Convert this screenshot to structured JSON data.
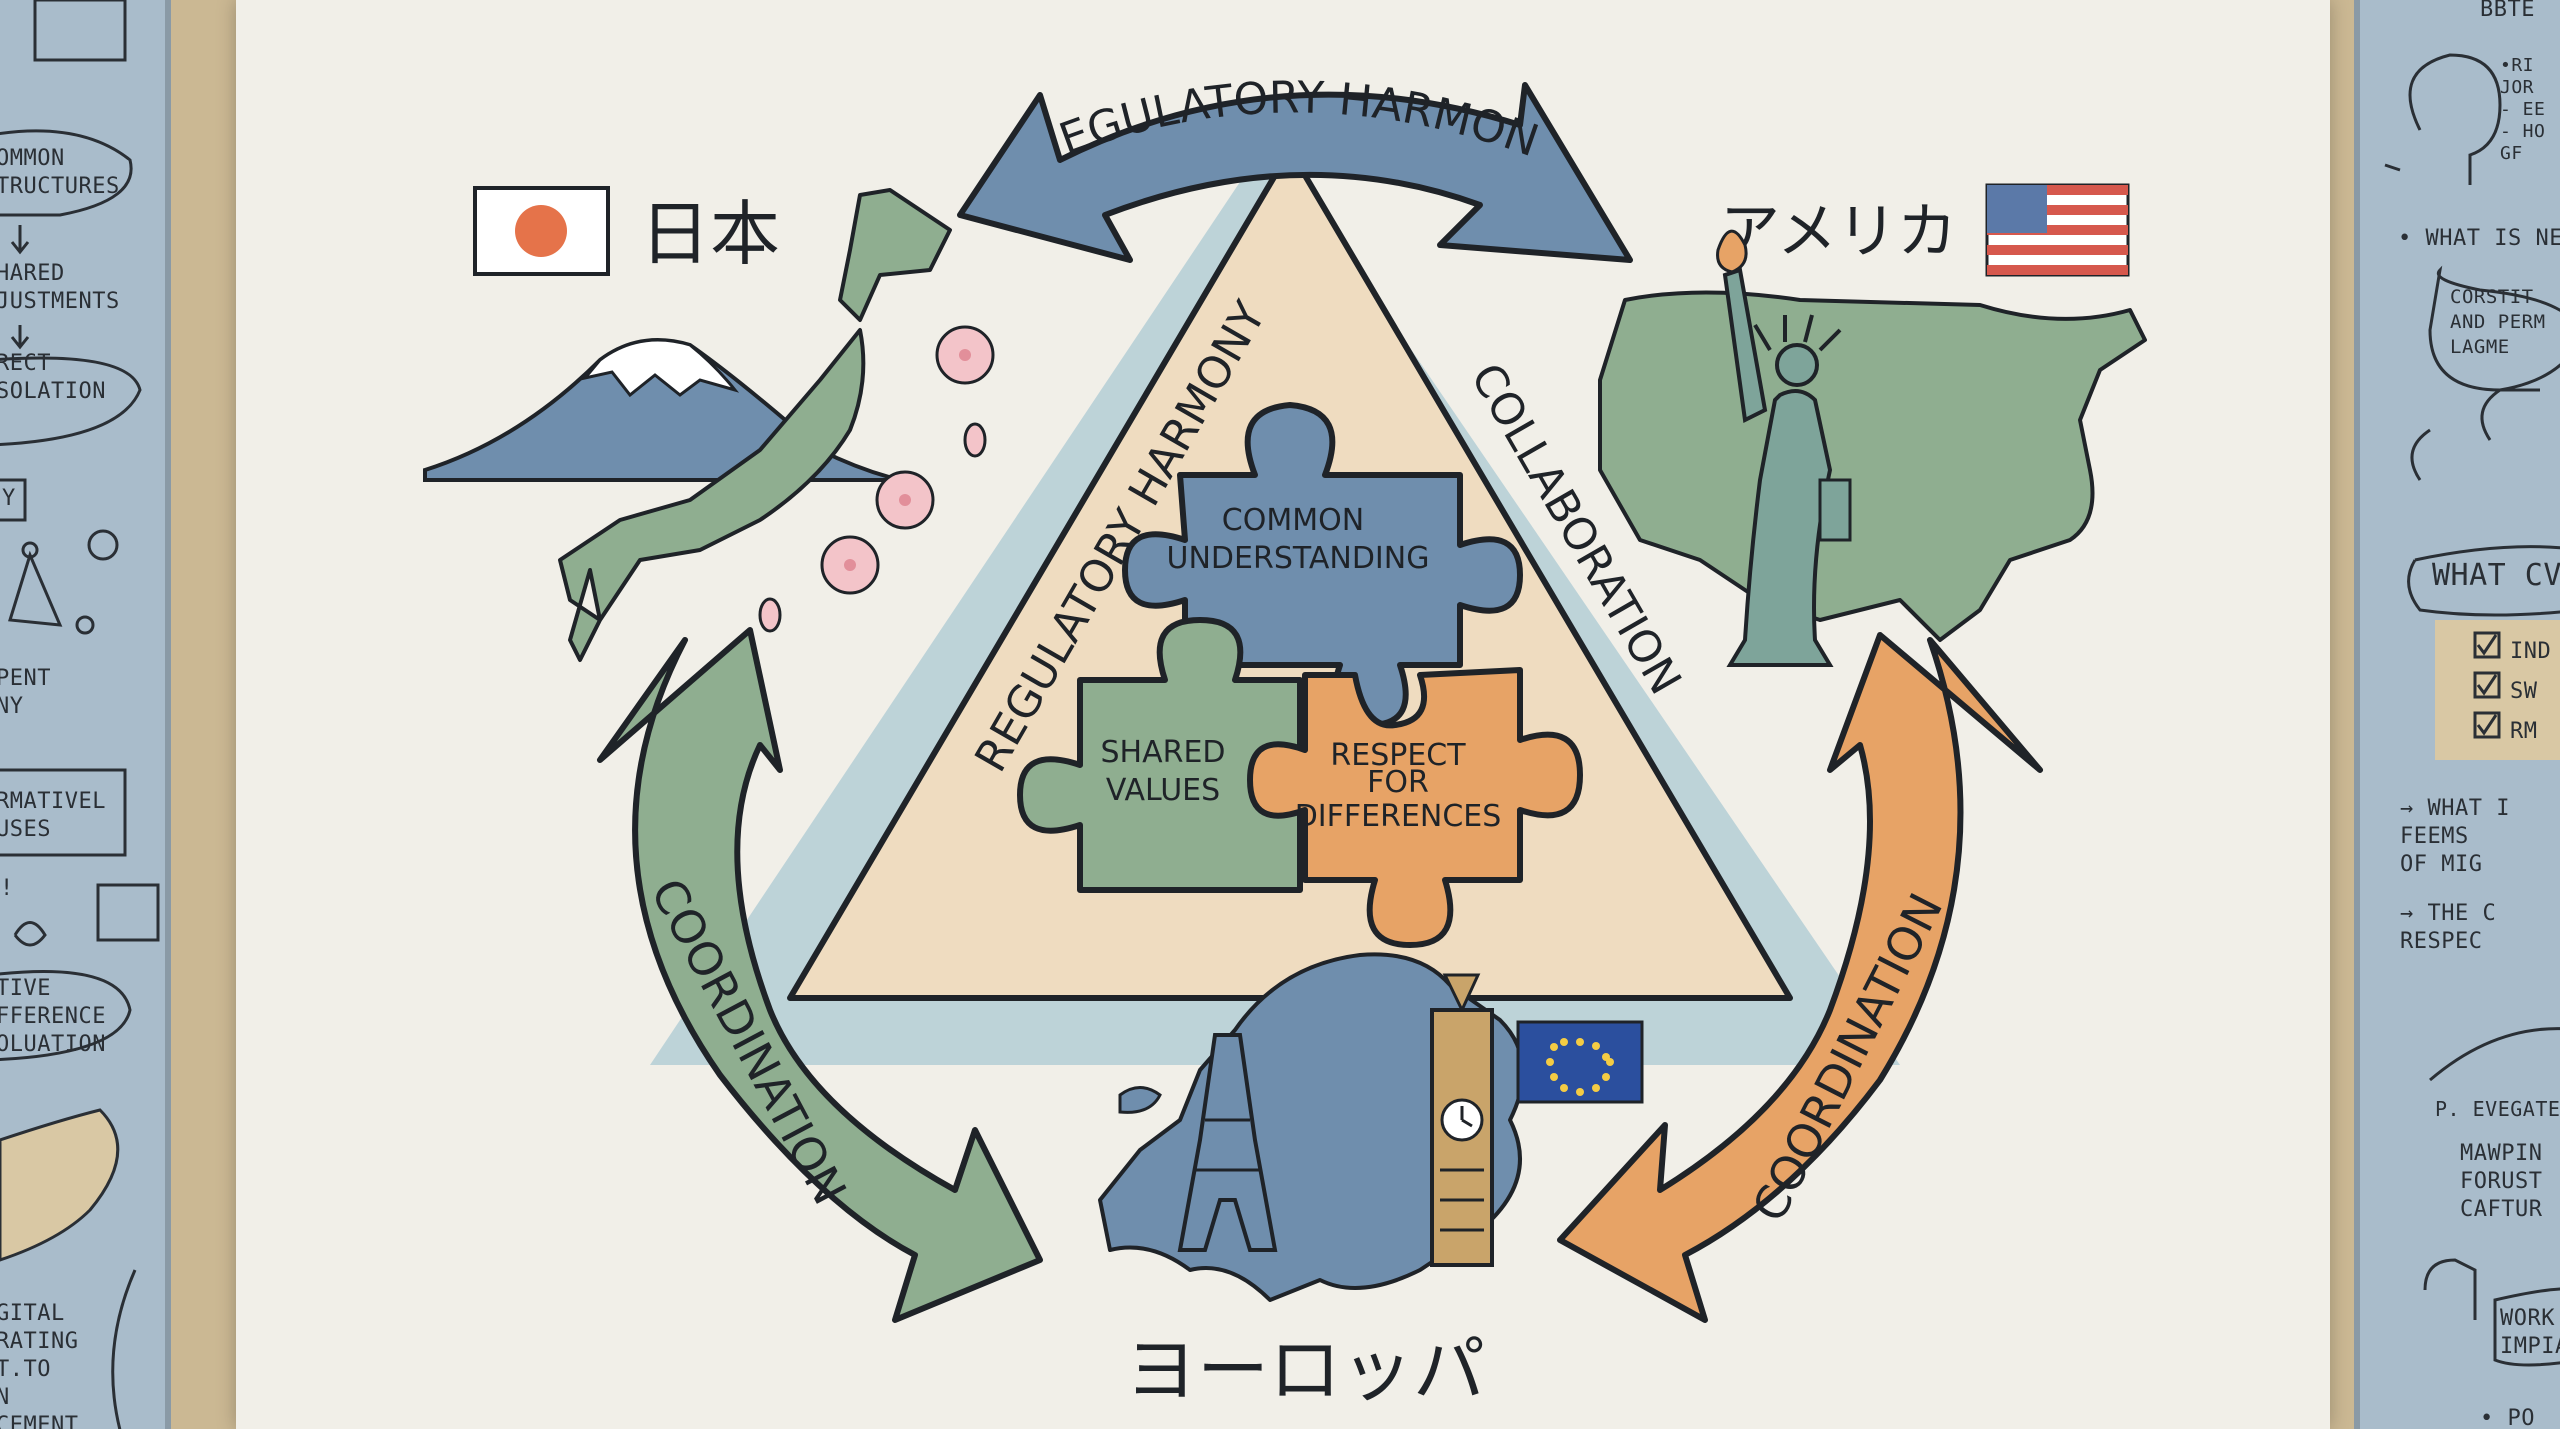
{
  "center": {
    "top_arrow": "REGULATORY HARMONY",
    "left_side": "REGULATORY HARMONY",
    "right_side": "COLLABORATION",
    "left_arrow": "COORDINATION",
    "right_arrow": "COORDINATION",
    "puzzle": {
      "top_line1": "COMMON",
      "top_line2": "UNDERSTANDING",
      "left_line1": "SHARED",
      "left_line2": "VALUES",
      "right_line1": "RESPECT",
      "right_line2": "FOR",
      "right_line3": "DIFFERENCES"
    }
  },
  "regions": {
    "japan": "日本",
    "america": "アメリカ",
    "europe": "ヨーロッパ"
  },
  "left_notes": {
    "n1": "OMMON\nTRUCTURES",
    "n2": "HARED\nJUSTMENTS",
    "n3": "RECT\nSOLATION",
    "n4": "Y",
    "n5": "PENT\nNY",
    "n6": "RMATIVEL\nUSES",
    "n7": "!",
    "n8": "TIVE\nFFERENCE\nOLUATION",
    "n9": "GITAL\nRATING\nT.TO\nN\nCEMENT"
  },
  "right_notes": {
    "n1": "BBTE",
    "n2": "•RI\nJOR\n- EE\n- HO\nGF",
    "n3": "• WHAT IS NE",
    "n4": "CORSTIT\nAND PERM\nLAGME",
    "n5": "WHAT CV",
    "n6": "IND\nSW\nRM",
    "n7": "→ WHAT I\nFEEMS\nOF MIG",
    "n8": "→ THE C\nRESPEC",
    "n9": "P. EVEGATE",
    "n10": "MAWPIN\nFORUST\nCAFTUR",
    "n11": "WORK\nIMPIA",
    "n12": "• PO"
  },
  "colors": {
    "blue": "#6f8ead",
    "green": "#8fae90",
    "orange": "#e7a366",
    "sand": "#efdcc0",
    "light_blue": "#b7cfd6",
    "ink": "#1f2328"
  }
}
